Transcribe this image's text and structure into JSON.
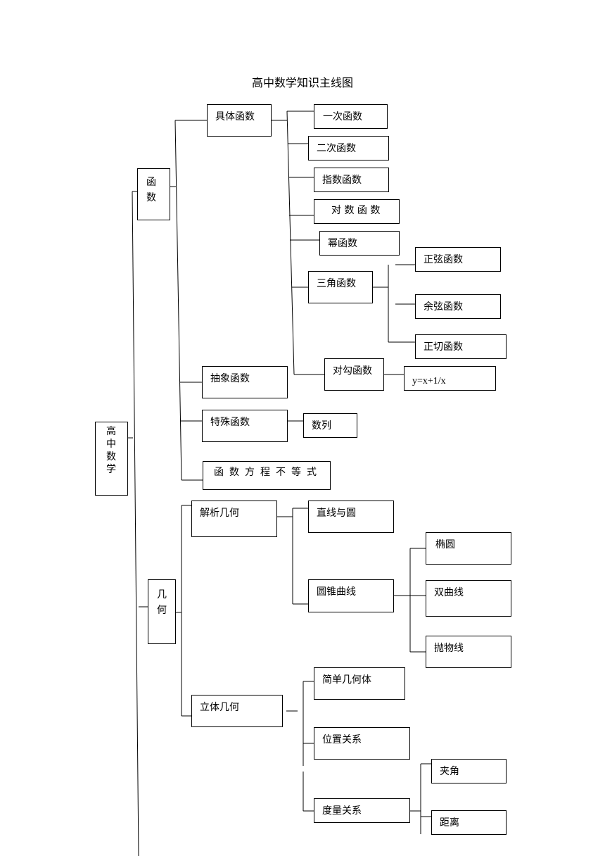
{
  "title": "高中数学知识主线图",
  "root": "高中数学",
  "function": {
    "label": "函数",
    "concrete": {
      "label": "具体函数",
      "linear": "一次函数",
      "quadratic": "二次函数",
      "exponential": "指数函数",
      "logarithmic": "对 数 函 数",
      "power": "幂函数",
      "trig": {
        "label": "三角函数",
        "sine": "正弦函数",
        "cosine": "余弦函数",
        "tangent": "正切函数"
      },
      "hook": {
        "label": "对勾函数",
        "formula": "y=x+1/x"
      }
    },
    "abstract": "抽象函数",
    "special": {
      "label": "特殊函数",
      "sequence": "数列"
    },
    "equation_inequality": "函数方程不等式"
  },
  "geometry": {
    "label": "几何",
    "analytic": {
      "label": "解析几何",
      "line_circle": "直线与圆",
      "conic": {
        "label": "圆锥曲线",
        "ellipse": "椭圆",
        "hyperbola": "双曲线",
        "parabola": "抛物线"
      }
    },
    "solid": {
      "label": "立体几何",
      "simple_solid": "简单几何体",
      "position": "位置关系",
      "measure": {
        "label": "度量关系",
        "angle": "夹角",
        "distance": "距离"
      }
    }
  }
}
